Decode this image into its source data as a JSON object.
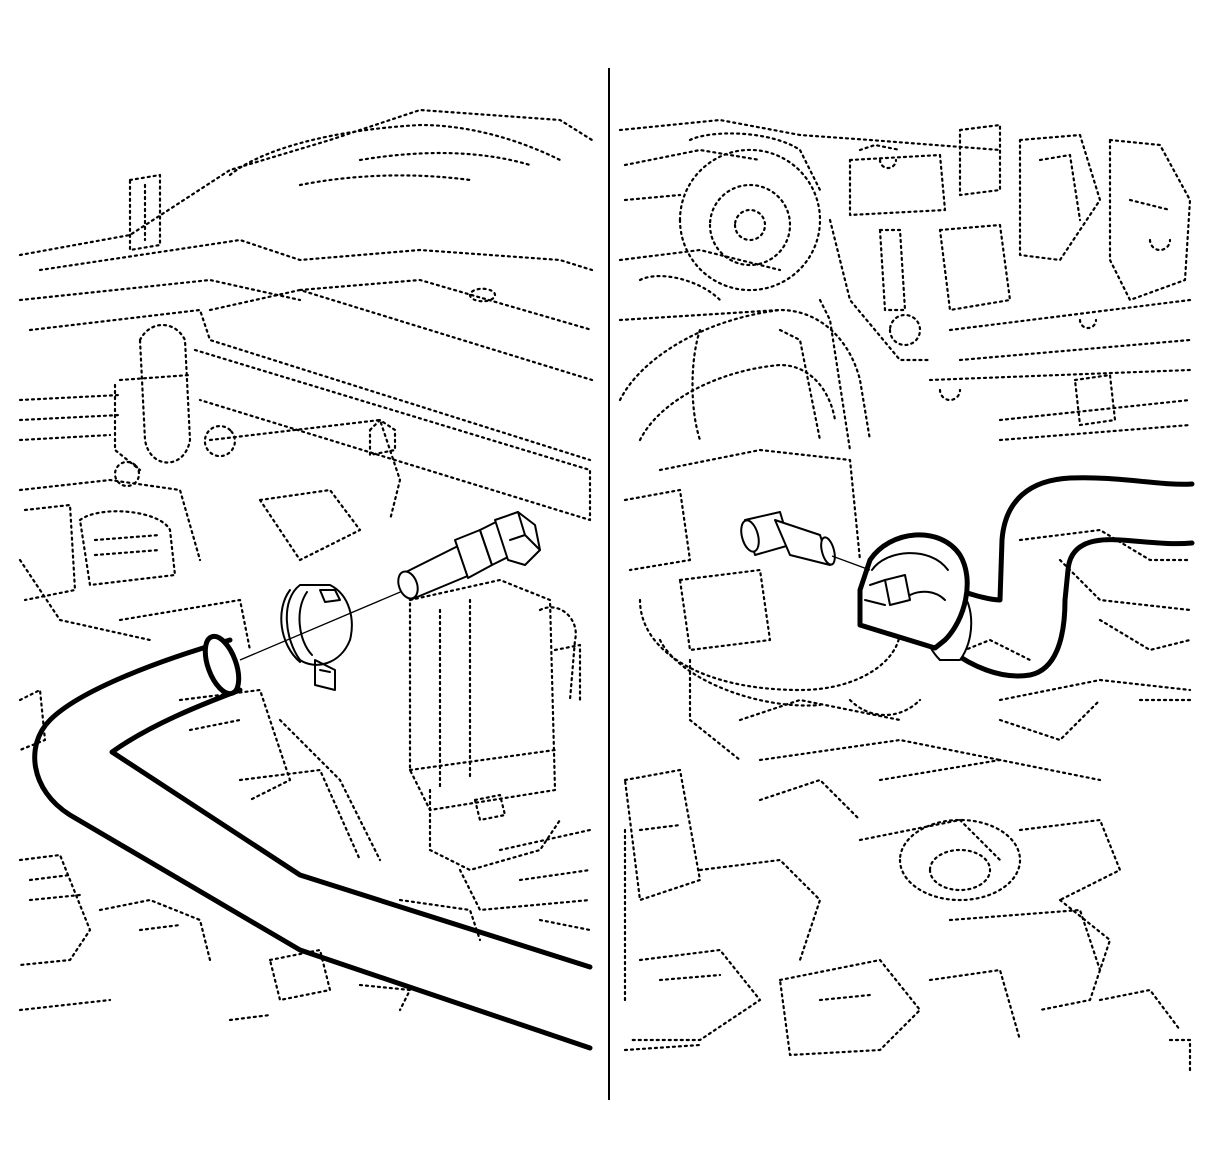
{
  "figure": {
    "panels": [
      {
        "id": "left",
        "step": "disconnect"
      },
      {
        "id": "right",
        "step": "connected"
      }
    ],
    "line_color": "#000000",
    "background": "#ffffff"
  }
}
